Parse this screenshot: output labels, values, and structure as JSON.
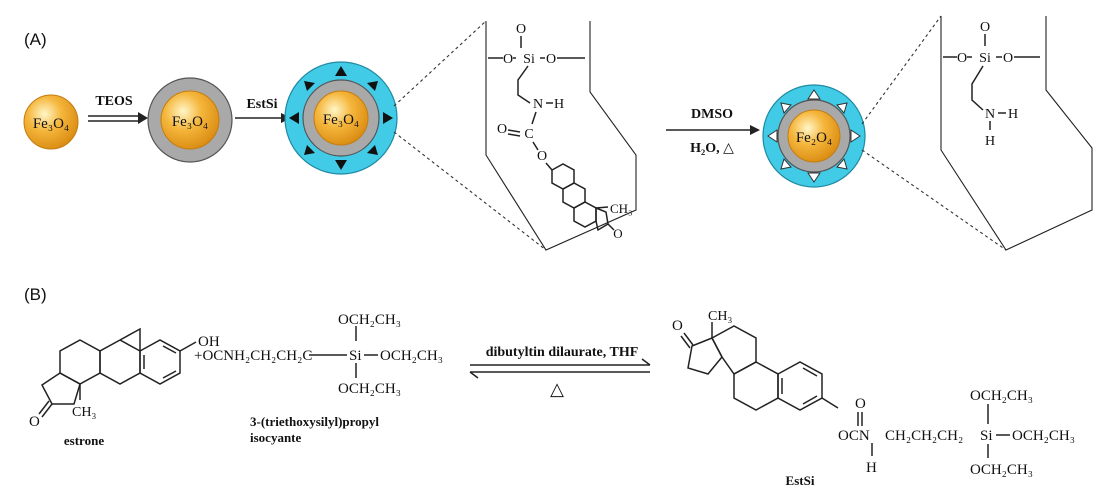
{
  "panel_a": {
    "label": "(A)",
    "core": "Fe₃O₄",
    "core2": "Fe₂O₄",
    "reagent_teos": "TEOS",
    "reagent_estsi": "EstSi",
    "reagent_dmso": "DMSO",
    "reagent_conditions": "H₂O, △",
    "atom_o": "O",
    "atom_si": "Si",
    "atom_n": "N",
    "atom_h": "H",
    "atom_c": "C",
    "group_ch3": "CH₃"
  },
  "panel_b": {
    "label": "(B)",
    "estrone_name": "estrone",
    "estrone_oh": "OH",
    "estrone_o": "O",
    "estrone_ch3": "CH₃",
    "isocyanate_formula": "+OCNH₂CH₂CH₂C",
    "si": "Si",
    "oet": "OCH₂CH₃",
    "isocyanate_name_line1": "3-(triethoxysilyl)propyl",
    "isocyanate_name_line2": "isocyante",
    "conditions": "dibutyltin dilaurate, THF",
    "reverse_condition": "△",
    "product_linker": "OCN",
    "product_chain": "CH₂CH₂CH₂",
    "product_h": "H",
    "product_c_o": "O",
    "product_name": "EstSi",
    "product_ch3": "CH₃",
    "product_o": "O"
  }
}
